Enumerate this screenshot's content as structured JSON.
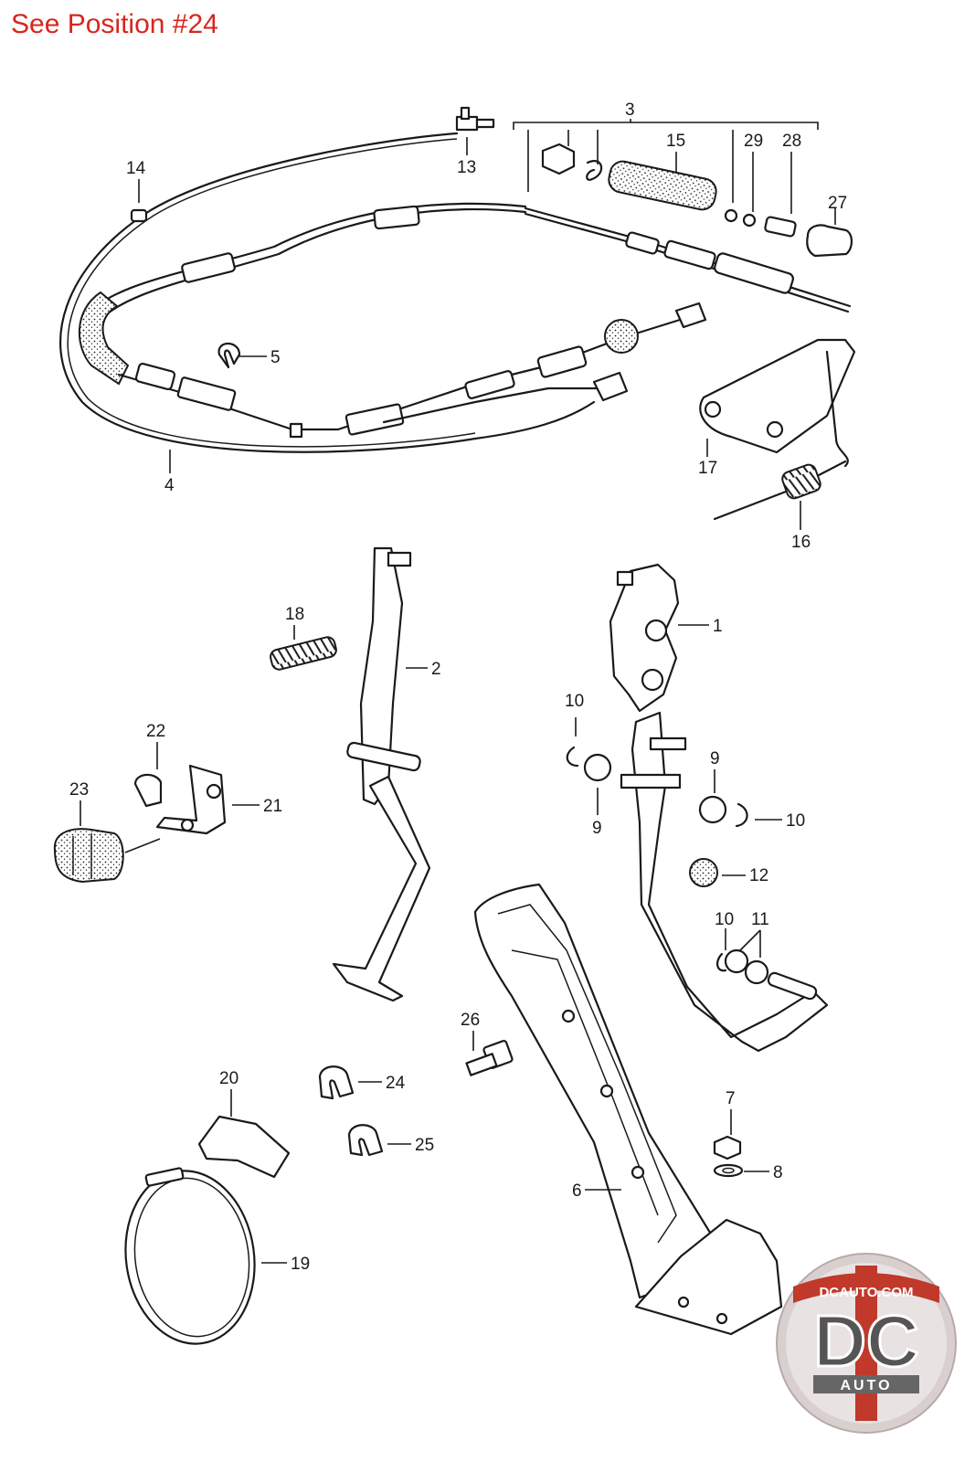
{
  "header": {
    "note": "See Position #24"
  },
  "callouts": {
    "c1": "1",
    "c2": "2",
    "c3": "3",
    "c4": "4",
    "c5": "5",
    "c6": "6",
    "c7": "7",
    "c8": "8",
    "c9a": "9",
    "c9b": "9",
    "c10a": "10",
    "c10b": "10",
    "c10c": "10",
    "c11": "11",
    "c12": "12",
    "c13": "13",
    "c14": "14",
    "c15": "15",
    "c16": "16",
    "c17": "17",
    "c18": "18",
    "c19": "19",
    "c20": "20",
    "c21": "21",
    "c22": "22",
    "c23": "23",
    "c24": "24",
    "c25": "25",
    "c26": "26",
    "c27": "27",
    "c28": "28",
    "c29": "29"
  },
  "logo": {
    "site": "DCAUTO.COM",
    "mark": "DC",
    "sub": "AUTO",
    "colors": {
      "red": "#c0392b",
      "dark": "#444444",
      "light": "#e8e2e2"
    }
  }
}
